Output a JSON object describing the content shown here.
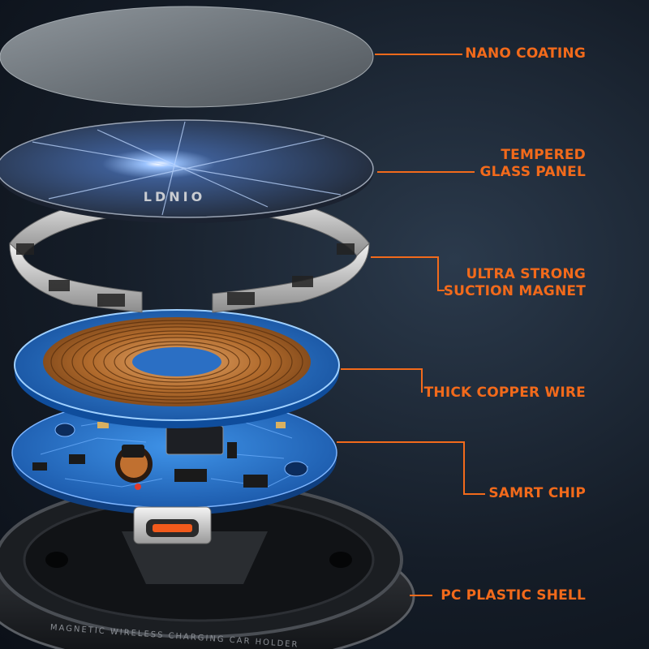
{
  "brand": "LDNIO",
  "shell_text": "MAGNETIC WIRELESS CHARGING CAR HOLDER",
  "colors": {
    "accent": "#f26a1b",
    "background": "#151d28"
  },
  "callouts": [
    {
      "lines": [
        "NANO COATING"
      ]
    },
    {
      "lines": [
        "TEMPERED",
        "GLASS PANEL"
      ]
    },
    {
      "lines": [
        "ULTRA STRONG",
        "SUCTION MAGNET"
      ]
    },
    {
      "lines": [
        "THICK COPPER WIRE"
      ]
    },
    {
      "lines": [
        "SAMRT CHIP"
      ]
    },
    {
      "lines": [
        "PC PLASTIC SHELL"
      ]
    }
  ]
}
